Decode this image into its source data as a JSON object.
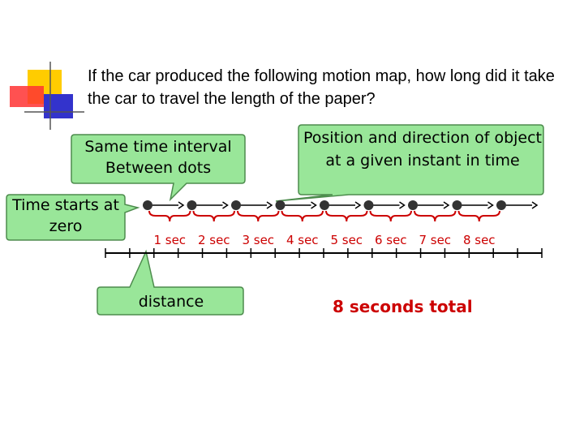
{
  "slide": {
    "question": "If the car produced the following motion map, how long did it take the car to travel the length of the paper?"
  },
  "callouts": {
    "interval": "Same time interval Between dots",
    "time_zero": "Time starts at zero",
    "position": "Position and direction of object at a given instant in time",
    "distance": "distance"
  },
  "motion_map": {
    "dot_count": 9,
    "interval_labels": [
      "1 sec",
      "2 sec",
      "3 sec",
      "4 sec",
      "5 sec",
      "6 sec",
      "7 sec",
      "8 sec"
    ],
    "total": "8 seconds total"
  },
  "colors": {
    "callout_fill": "#99e699",
    "callout_border": "#4d8c4d",
    "accent_red": "#cc0000",
    "deco_yellow": "#ffcc00",
    "deco_red": "#ff3333",
    "deco_blue": "#3333cc"
  }
}
